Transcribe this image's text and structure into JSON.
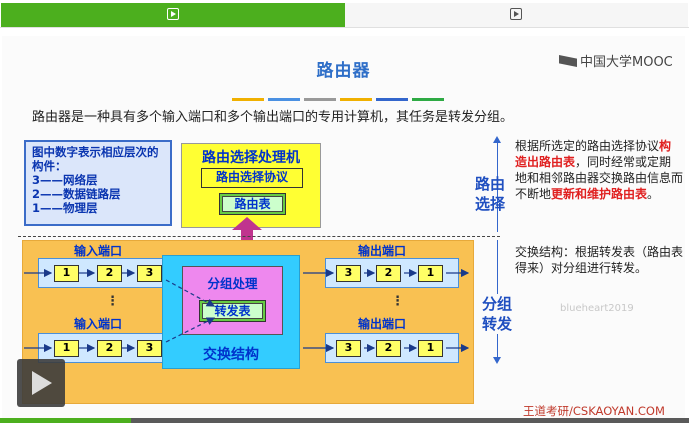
{
  "tabs": [
    {
      "name": "tab-1",
      "active": true,
      "icon": "play-icon"
    },
    {
      "name": "tab-2",
      "active": false,
      "icon": "play-icon"
    }
  ],
  "slide": {
    "title": "路由器",
    "title_bar_colors": [
      "#f0b000",
      "#4a90e2",
      "#999999",
      "#f0b000",
      "#3366cc",
      "#2eaa44"
    ],
    "mooc_logo": "中国大学MOOC",
    "intro": "路由器是一种具有多个输入端口和多个输出端口的专用计算机，其任务是转发分组。",
    "legend": {
      "title": "图中数字表示相应层次的构件：",
      "lines": [
        "3——网络层",
        "2——数据链路层",
        "1——物理层"
      ]
    },
    "routing_processor": {
      "title": "路由选择处理机",
      "protocol": "路由选择协议",
      "table": "路由表"
    },
    "input_port_label": "输入端口",
    "output_port_label": "输出端口",
    "input_queue": [
      "1",
      "2",
      "3"
    ],
    "output_queue": [
      "3",
      "2",
      "1"
    ],
    "dots": "⋮",
    "switch_fabric": {
      "packet_processing": "分组处理",
      "forwarding_table": "转发表",
      "title": "交换结构"
    },
    "routing_label": "路由\n选择",
    "forwarding_label": "分组\n转发",
    "routing_note": {
      "p1": "根据所选定的路由选择协议",
      "p2": "构造出路由表",
      "p3": "，同时经常或定期地和相邻路由器交换路由信息而不断地",
      "p4": "更新和维护路由表",
      "p5": "。"
    },
    "forwarding_note": "交换结构：根据转发表（路由表得来）对分组进行转发。",
    "watermark": "blueheart2019",
    "brand": "王道考研/CSKAOYAN.COM"
  },
  "player": {
    "icon": "play-icon"
  },
  "progress": {
    "fraction": 0.19
  }
}
